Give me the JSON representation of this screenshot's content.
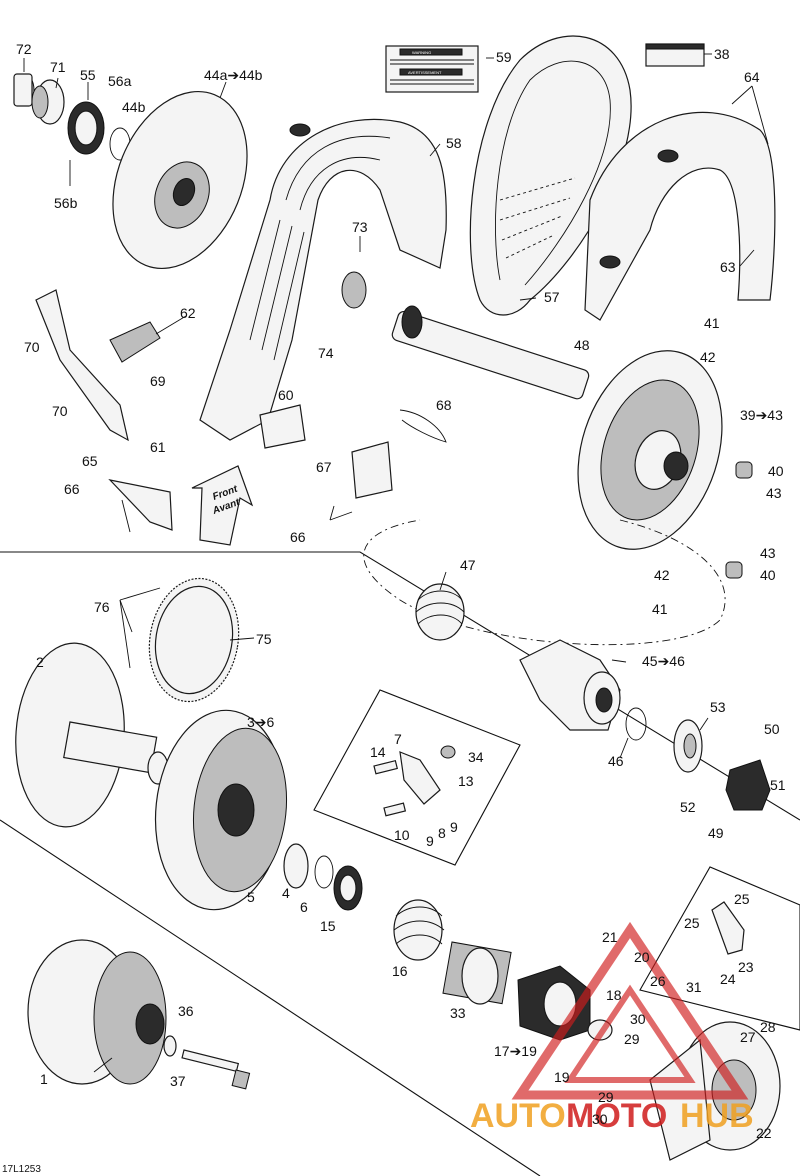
{
  "diagram": {
    "code": "17L1253",
    "front_arrow": {
      "line1": "Front",
      "line2": "Avant"
    },
    "warning_label": {
      "title_en": "WARNING",
      "title_fr": "AVERTISSEMENT"
    },
    "watermark": {
      "text": "AUTOMOTOHUB",
      "colors": {
        "auto": "#f0a020",
        "moto": "#d01c1c",
        "hub": "#f0a020"
      }
    },
    "callouts": {
      "c1": "1",
      "c2": "2",
      "c3_6": "3➔6",
      "c4": "4",
      "c5": "5",
      "c6": "6",
      "c7": "7",
      "c8": "8",
      "c9a": "9",
      "c9b": "9",
      "c10": "10",
      "c13": "13",
      "c14": "14",
      "c15": "15",
      "c16": "16",
      "c17_19": "17➔19",
      "c18": "18",
      "c19": "19",
      "c20": "20",
      "c21": "21",
      "c22": "22",
      "c23": "23",
      "c24": "24",
      "c25a": "25",
      "c25b": "25",
      "c26": "26",
      "c27": "27",
      "c28": "28",
      "c29a": "29",
      "c29b": "29",
      "c30a": "30",
      "c30b": "30",
      "c31": "31",
      "c33": "33",
      "c34": "34",
      "c36": "36",
      "c37": "37",
      "c38": "38",
      "c39_43": "39➔43",
      "c40a": "40",
      "c40b": "40",
      "c41a": "41",
      "c41b": "41",
      "c42a": "42",
      "c42b": "42",
      "c43a": "43",
      "c43b": "43",
      "c44a_44b": "44a➔44b",
      "c44b": "44b",
      "c45_46": "45➔46",
      "c46": "46",
      "c47": "47",
      "c48": "48",
      "c49": "49",
      "c50": "50",
      "c51": "51",
      "c52": "52",
      "c53": "53",
      "c55": "55",
      "c56a": "56a",
      "c56b": "56b",
      "c57": "57",
      "c58": "58",
      "c59": "59",
      "c60": "60",
      "c61": "61",
      "c62": "62",
      "c63": "63",
      "c64": "64",
      "c65": "65",
      "c66a": "66",
      "c66b": "66",
      "c67": "67",
      "c68": "68",
      "c69": "69",
      "c70a": "70",
      "c70b": "70",
      "c71": "71",
      "c72": "72",
      "c73": "73",
      "c74": "74",
      "c75": "75",
      "c76": "76"
    }
  }
}
